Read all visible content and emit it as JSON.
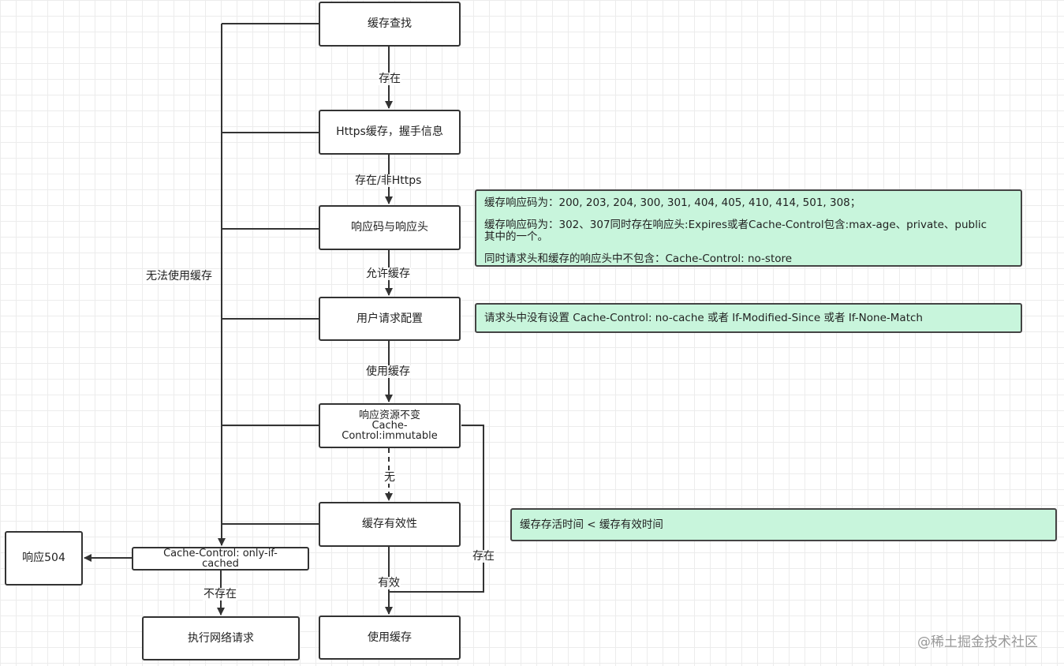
{
  "colors": {
    "note_fill": "#c8f5dc",
    "node_border": "#333333",
    "edge": "#333333"
  },
  "nodes": {
    "cache_lookup": "缓存查找",
    "https_cache": "Https缓存，握手信息",
    "status_headers": "响应码与响应头",
    "user_request_config": "用户请求配置",
    "immutable": {
      "line1": "响应资源不变",
      "line2": "Cache-",
      "line3": "Control:immutable"
    },
    "cache_validity": "缓存有效性",
    "only_if_cached": {
      "line1": "Cache-Control: only-if-",
      "line2": "cached"
    },
    "response_504": "响应504",
    "network_request": "执行网络请求",
    "use_cache": "使用缓存"
  },
  "edge_labels": {
    "exists": "存在",
    "exists_non_https": "存在/非Https",
    "allow_cache": "允许缓存",
    "use_cache": "使用缓存",
    "none": "无",
    "valid": "有效",
    "not_exists": "不存在",
    "exists_right": "存在",
    "cannot_use_cache": "无法使用缓存"
  },
  "notes": {
    "status_codes": {
      "line1": "缓存响应码为：200, 203, 204, 300, 301, 404, 405, 410, 414, 501, 308；",
      "line2": "缓存响应码为：302、307同时存在响应头:Expires或者Cache-Control包含:max-age、private、public",
      "line3": "其中的一个。",
      "line4": "同时请求头和缓存的响应头中不包含：Cache-Control: no-store"
    },
    "request_headers": "请求头中没有设置 Cache-Control: no-cache 或者 If-Modified-Since 或者 If-None-Match",
    "freshness": "缓存存活时间 < 缓存有效时间"
  },
  "watermark": "@稀土掘金技术社区"
}
